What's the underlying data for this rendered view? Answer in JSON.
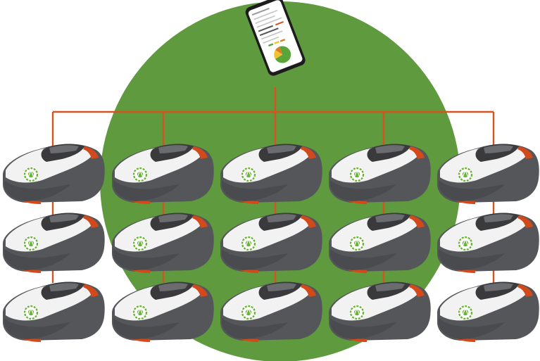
{
  "colors": {
    "background": "#ffffff",
    "circle": "#5f9a3f",
    "connector": "#d5541e",
    "mower_body": "#55565a",
    "mower_shell": "#f2f2f2",
    "mower_accent": "#d2491c",
    "logo_green": "#6bb33a",
    "phone_body": "#1c1c1e",
    "chart_green": "#5aa53a",
    "chart_yellow": "#f2c230",
    "chart_orange": "#e07a1f"
  },
  "diagram": {
    "hub": {
      "icon": "smartphone-icon"
    },
    "grid": {
      "rows": 3,
      "columns": 5
    },
    "mower_icon": "robotic-mower-icon",
    "phone_chart": [
      {
        "color": "chart_green",
        "fraction": 0.72
      },
      {
        "color": "chart_yellow",
        "fraction": 0.18
      },
      {
        "color": "chart_orange",
        "fraction": 0.1
      }
    ]
  }
}
